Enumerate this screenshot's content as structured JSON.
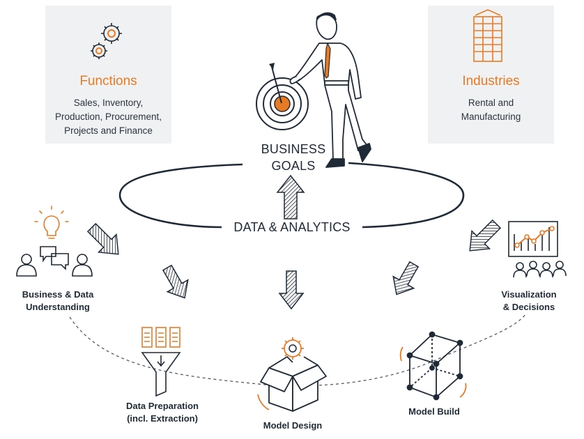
{
  "functions": {
    "title": "Functions",
    "lines": [
      "Sales, Inventory,",
      "Production, Procurement,",
      "Projects and Finance"
    ],
    "icon": "gears-icon"
  },
  "industries": {
    "title": "Industries",
    "lines": [
      "Rental and",
      "Manufacturing"
    ],
    "icon": "building-icon"
  },
  "center": {
    "goals_lines": [
      "BUSINESS",
      "GOALS"
    ],
    "data_analytics": "DATA & ANALYTICS"
  },
  "stages": [
    {
      "lines": [
        "Business & Data",
        "Understanding"
      ],
      "icon": "people-idea-icon"
    },
    {
      "lines": [
        "Data Preparation",
        "(incl. Extraction)"
      ],
      "icon": "funnel-icon"
    },
    {
      "lines": [
        "Model Design"
      ],
      "icon": "box-gear-icon"
    },
    {
      "lines": [
        "Model Build"
      ],
      "icon": "cube-icon"
    },
    {
      "lines": [
        "Visualization",
        "& Decisions"
      ],
      "icon": "chart-audience-icon"
    }
  ],
  "colors": {
    "accent": "#e97a24",
    "ink": "#1f2a36",
    "panel": "#f0f1f2"
  }
}
